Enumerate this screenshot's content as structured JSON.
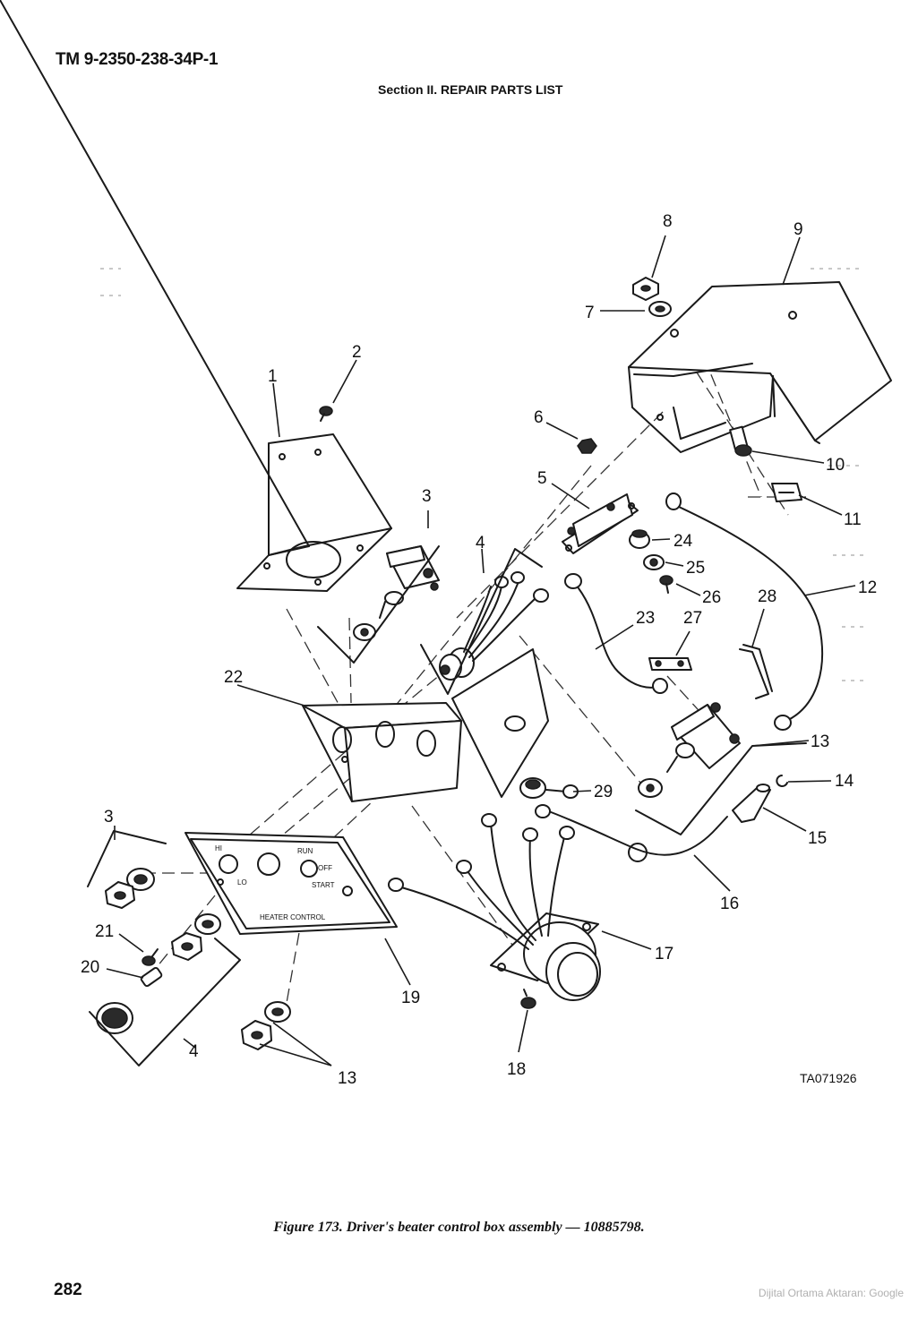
{
  "header": {
    "manual_number": "TM 9-2350-238-34P-1",
    "section_title": "Section II.  REPAIR PARTS LIST"
  },
  "figure": {
    "caption": "Figure 173.  Driver's beater control box assembly — 10885798.",
    "drawing_id": "TA071926",
    "panel_text": {
      "hi": "HI",
      "lo": "LO",
      "run": "RUN",
      "off": "OFF",
      "start": "START",
      "plate": "HEATER CONTROL"
    },
    "callouts": [
      "1",
      "2",
      "3",
      "4",
      "5",
      "6",
      "7",
      "8",
      "9",
      "10",
      "11",
      "12",
      "13",
      "14",
      "15",
      "16",
      "17",
      "18",
      "19",
      "20",
      "21",
      "22",
      "23",
      "24",
      "25",
      "26",
      "27",
      "28",
      "29",
      "3",
      "4",
      "13"
    ]
  },
  "footer": {
    "page_number": "282",
    "watermark": "Dijital Ortama Aktaran: Google"
  }
}
